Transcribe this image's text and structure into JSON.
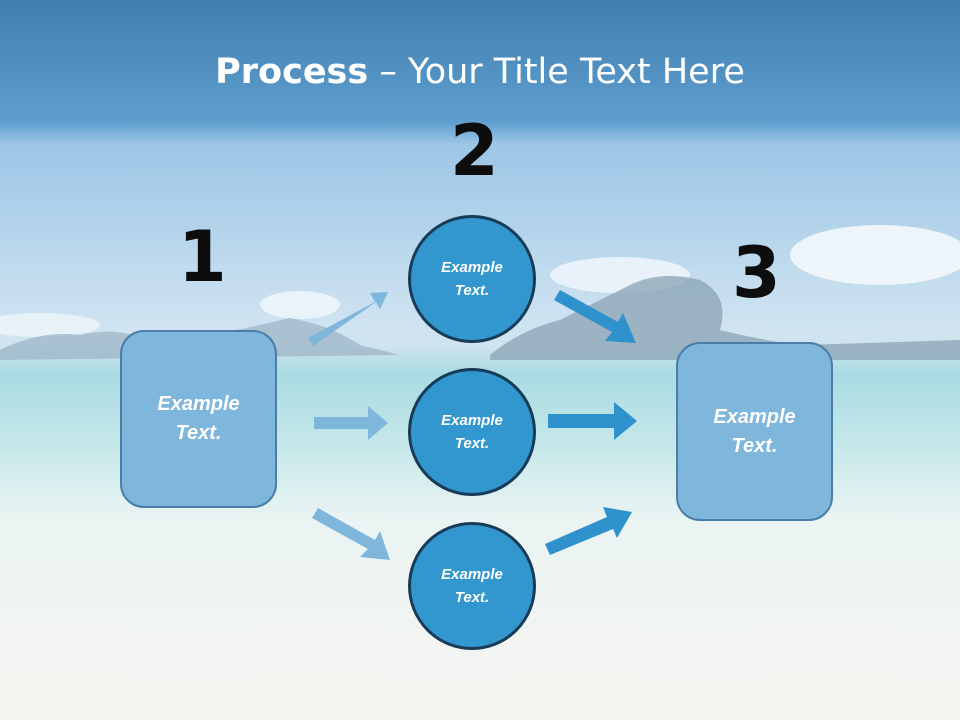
{
  "slide": {
    "title_bold": "Process",
    "title_rest": " – Your Title Text Here"
  },
  "steps": {
    "step1": "1",
    "step2": "2",
    "step3": "3"
  },
  "nodes": {
    "left_box": "Example\nText.",
    "circle_top": "Example\nText.",
    "circle_middle": "Example\nText.",
    "circle_bottom": "Example\nText.",
    "right_box": "Example\nText."
  },
  "colors": {
    "box_fill": "#7fb6db",
    "circle_fill": "#3397cf",
    "arrow_light": "#7fb6db",
    "arrow_dark": "#2f92cc"
  }
}
